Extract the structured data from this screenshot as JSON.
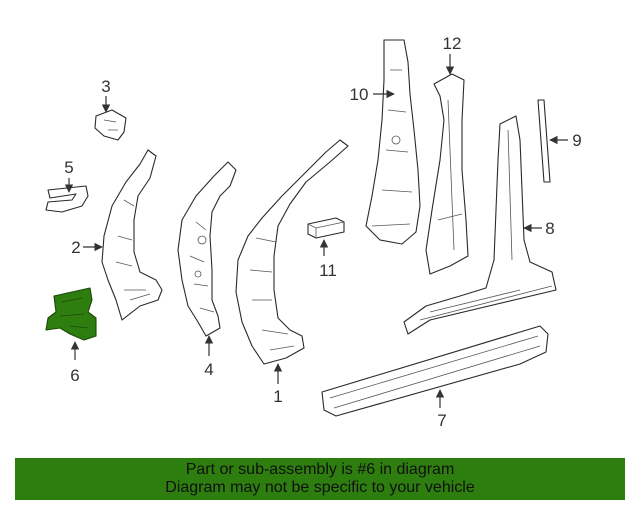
{
  "diagram": {
    "highlight_color": "#2e7d0f",
    "callouts": [
      {
        "id": "1",
        "label": "1"
      },
      {
        "id": "2",
        "label": "2"
      },
      {
        "id": "3",
        "label": "3"
      },
      {
        "id": "4",
        "label": "4"
      },
      {
        "id": "5",
        "label": "5"
      },
      {
        "id": "6",
        "label": "6"
      },
      {
        "id": "7",
        "label": "7"
      },
      {
        "id": "8",
        "label": "8"
      },
      {
        "id": "9",
        "label": "9"
      },
      {
        "id": "10",
        "label": "10"
      },
      {
        "id": "11",
        "label": "11"
      },
      {
        "id": "12",
        "label": "12"
      }
    ]
  },
  "banner": {
    "line1": "Part or sub-assembly is #6 in diagram",
    "line2": "Diagram may not be specific to your vehicle"
  }
}
